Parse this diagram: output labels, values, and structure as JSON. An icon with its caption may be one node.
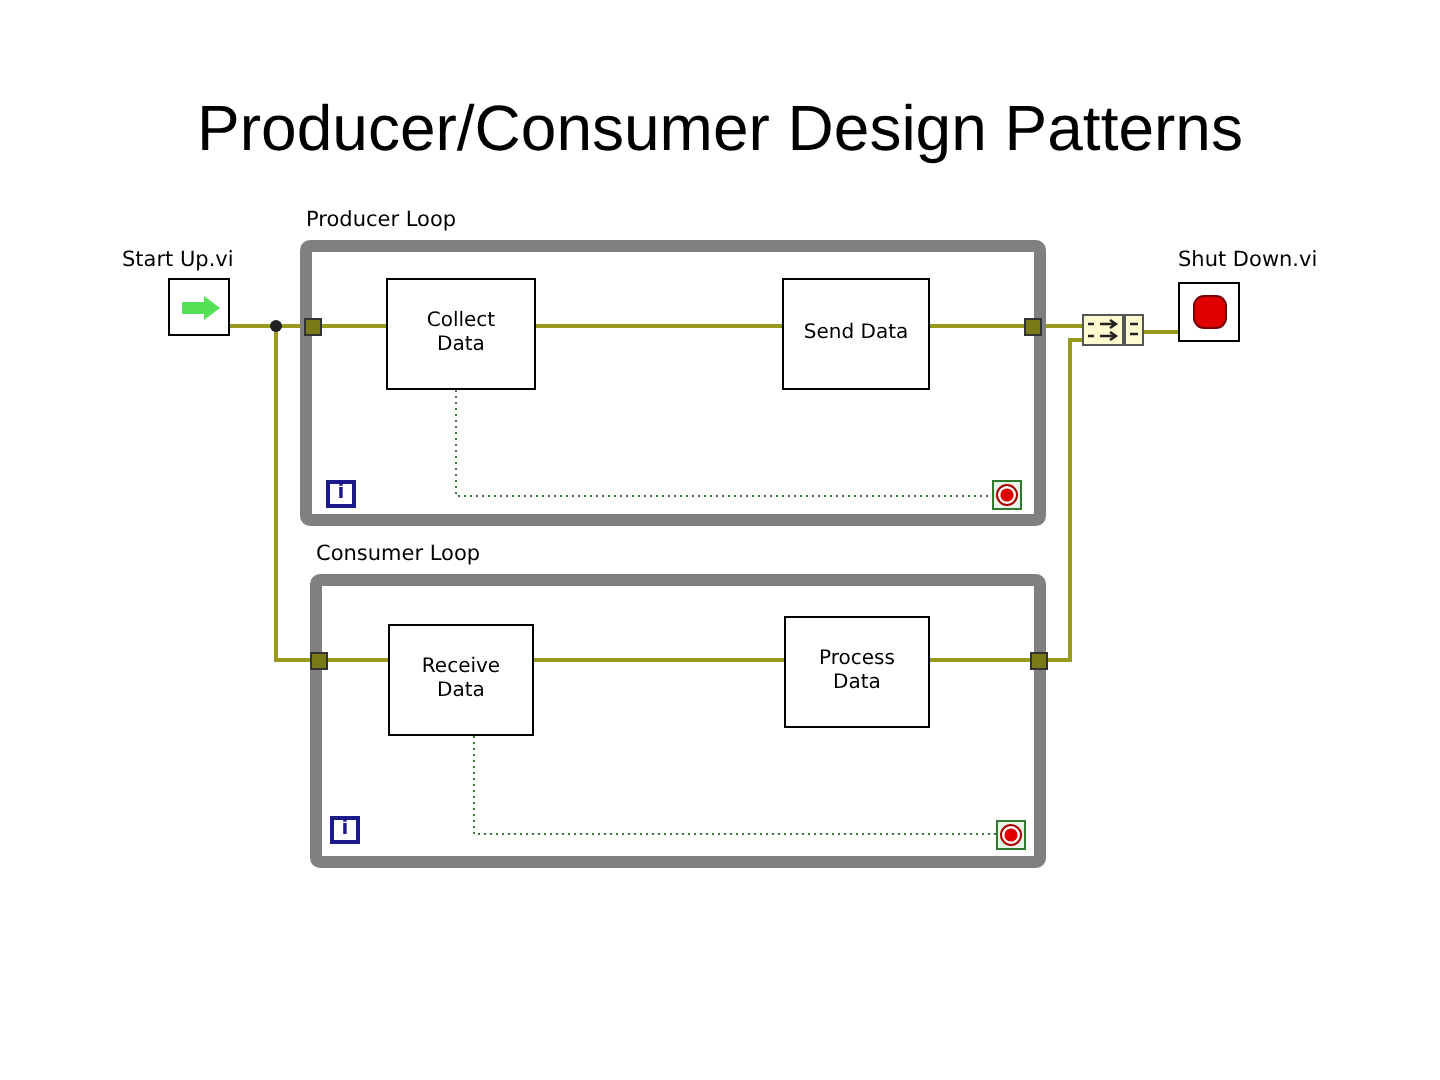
{
  "diagram": {
    "title": "Producer/Consumer Design Patterns",
    "nodes": [
      {
        "text": [
          "Producer Loop"
        ]
      },
      {
        "text": [
          "Collect Data"
        ],
        "in": 0
      },
      {
        "text": [
          "Send Data"
        ],
        "in": 0
      },
      {
        "text": [],
        "shape": "box",
        "in": 0
      },
      {
        "text": [
          "Consumer Loop"
        ]
      },
      {
        "text": [
          "Receive Data"
        ],
        "in": 4
      },
      {
        "text": [
          "Process Data"
        ],
        "in": 4
      },
      {
        "text": [],
        "shape": "box",
        "in": 4
      },
      {
        "text": [
          "Start Up.vi"
        ]
      },
      {
        "text": [],
        "shape": "box"
      },
      {
        "text": [
          "Shut Down.vi"
        ]
      }
    ],
    "edges": [
      {
        "from": 8,
        "to": 1,
        "arrow": "none"
      },
      {
        "from": 8,
        "to": 5,
        "arrow": "none"
      },
      {
        "from": 1,
        "to": 2,
        "arrow": "none"
      },
      {
        "from": 2,
        "to": 9,
        "arrow": "none"
      },
      {
        "from": 6,
        "to": 9,
        "arrow": "none"
      },
      {
        "from": 9,
        "to": 10,
        "arrow": "none"
      },
      {
        "from": 5,
        "to": 6,
        "arrow": "none"
      },
      {
        "from": 1,
        "to": 3,
        "arrow": "none",
        "style": "dashed",
        "color": "#3c7a3c"
      },
      {
        "from": 5,
        "to": 7,
        "arrow": "none",
        "style": "dashed",
        "color": "#3c7a3c"
      }
    ],
    "labels": [
      "i",
      "i"
    ]
  }
}
